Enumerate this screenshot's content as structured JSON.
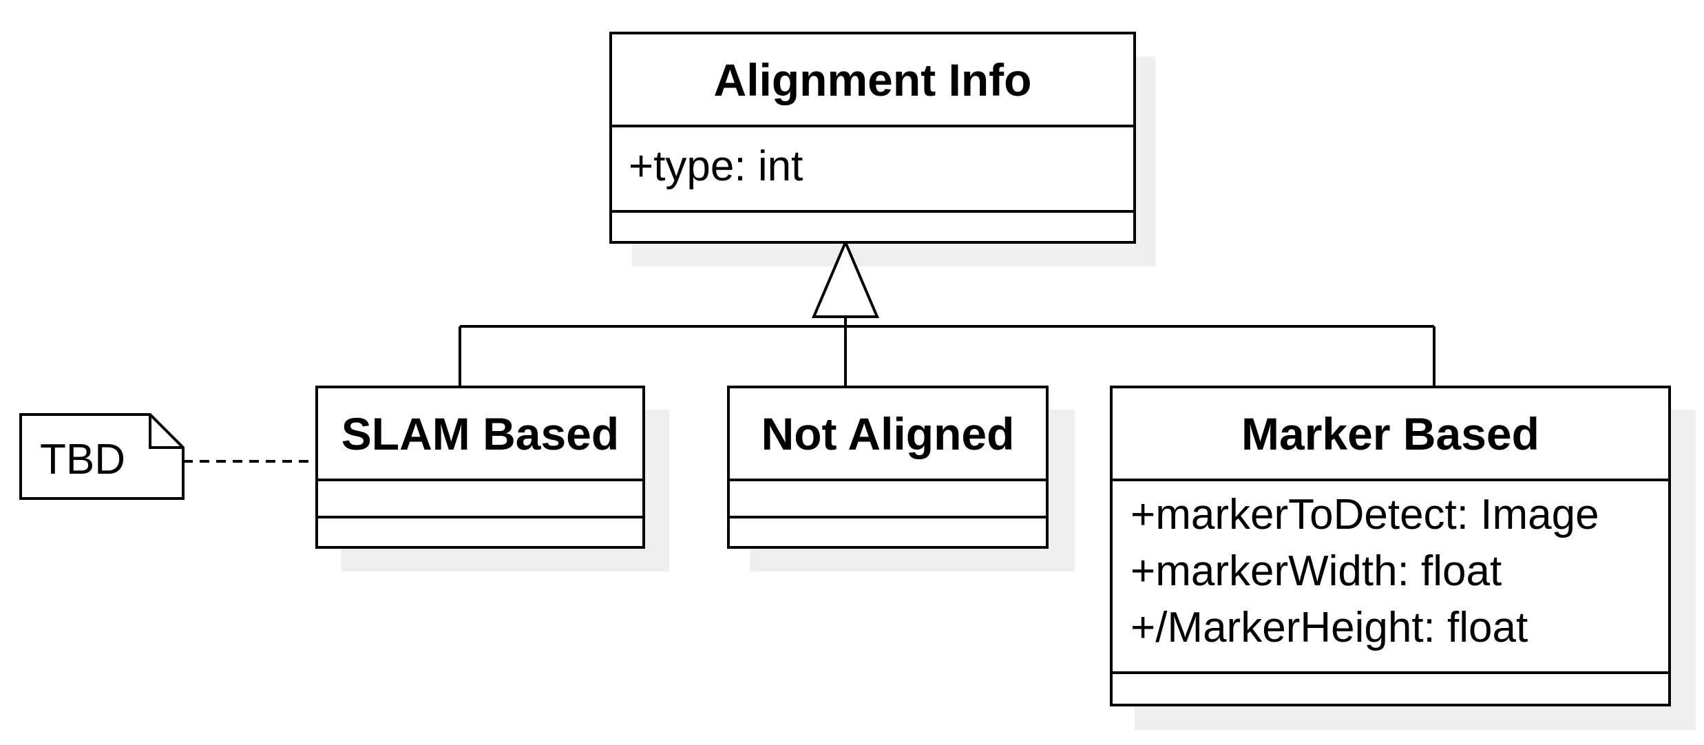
{
  "classes": {
    "alignment_info": {
      "name": "Alignment Info",
      "attributes": [
        "+type: int"
      ]
    },
    "slam_based": {
      "name": "SLAM Based",
      "attributes": []
    },
    "not_aligned": {
      "name": "Not Aligned",
      "attributes": []
    },
    "marker_based": {
      "name": "Marker Based",
      "attributes": [
        "+markerToDetect: Image",
        "+markerWidth: float",
        "+/MarkerHeight: float"
      ]
    }
  },
  "note": {
    "text": "TBD"
  }
}
